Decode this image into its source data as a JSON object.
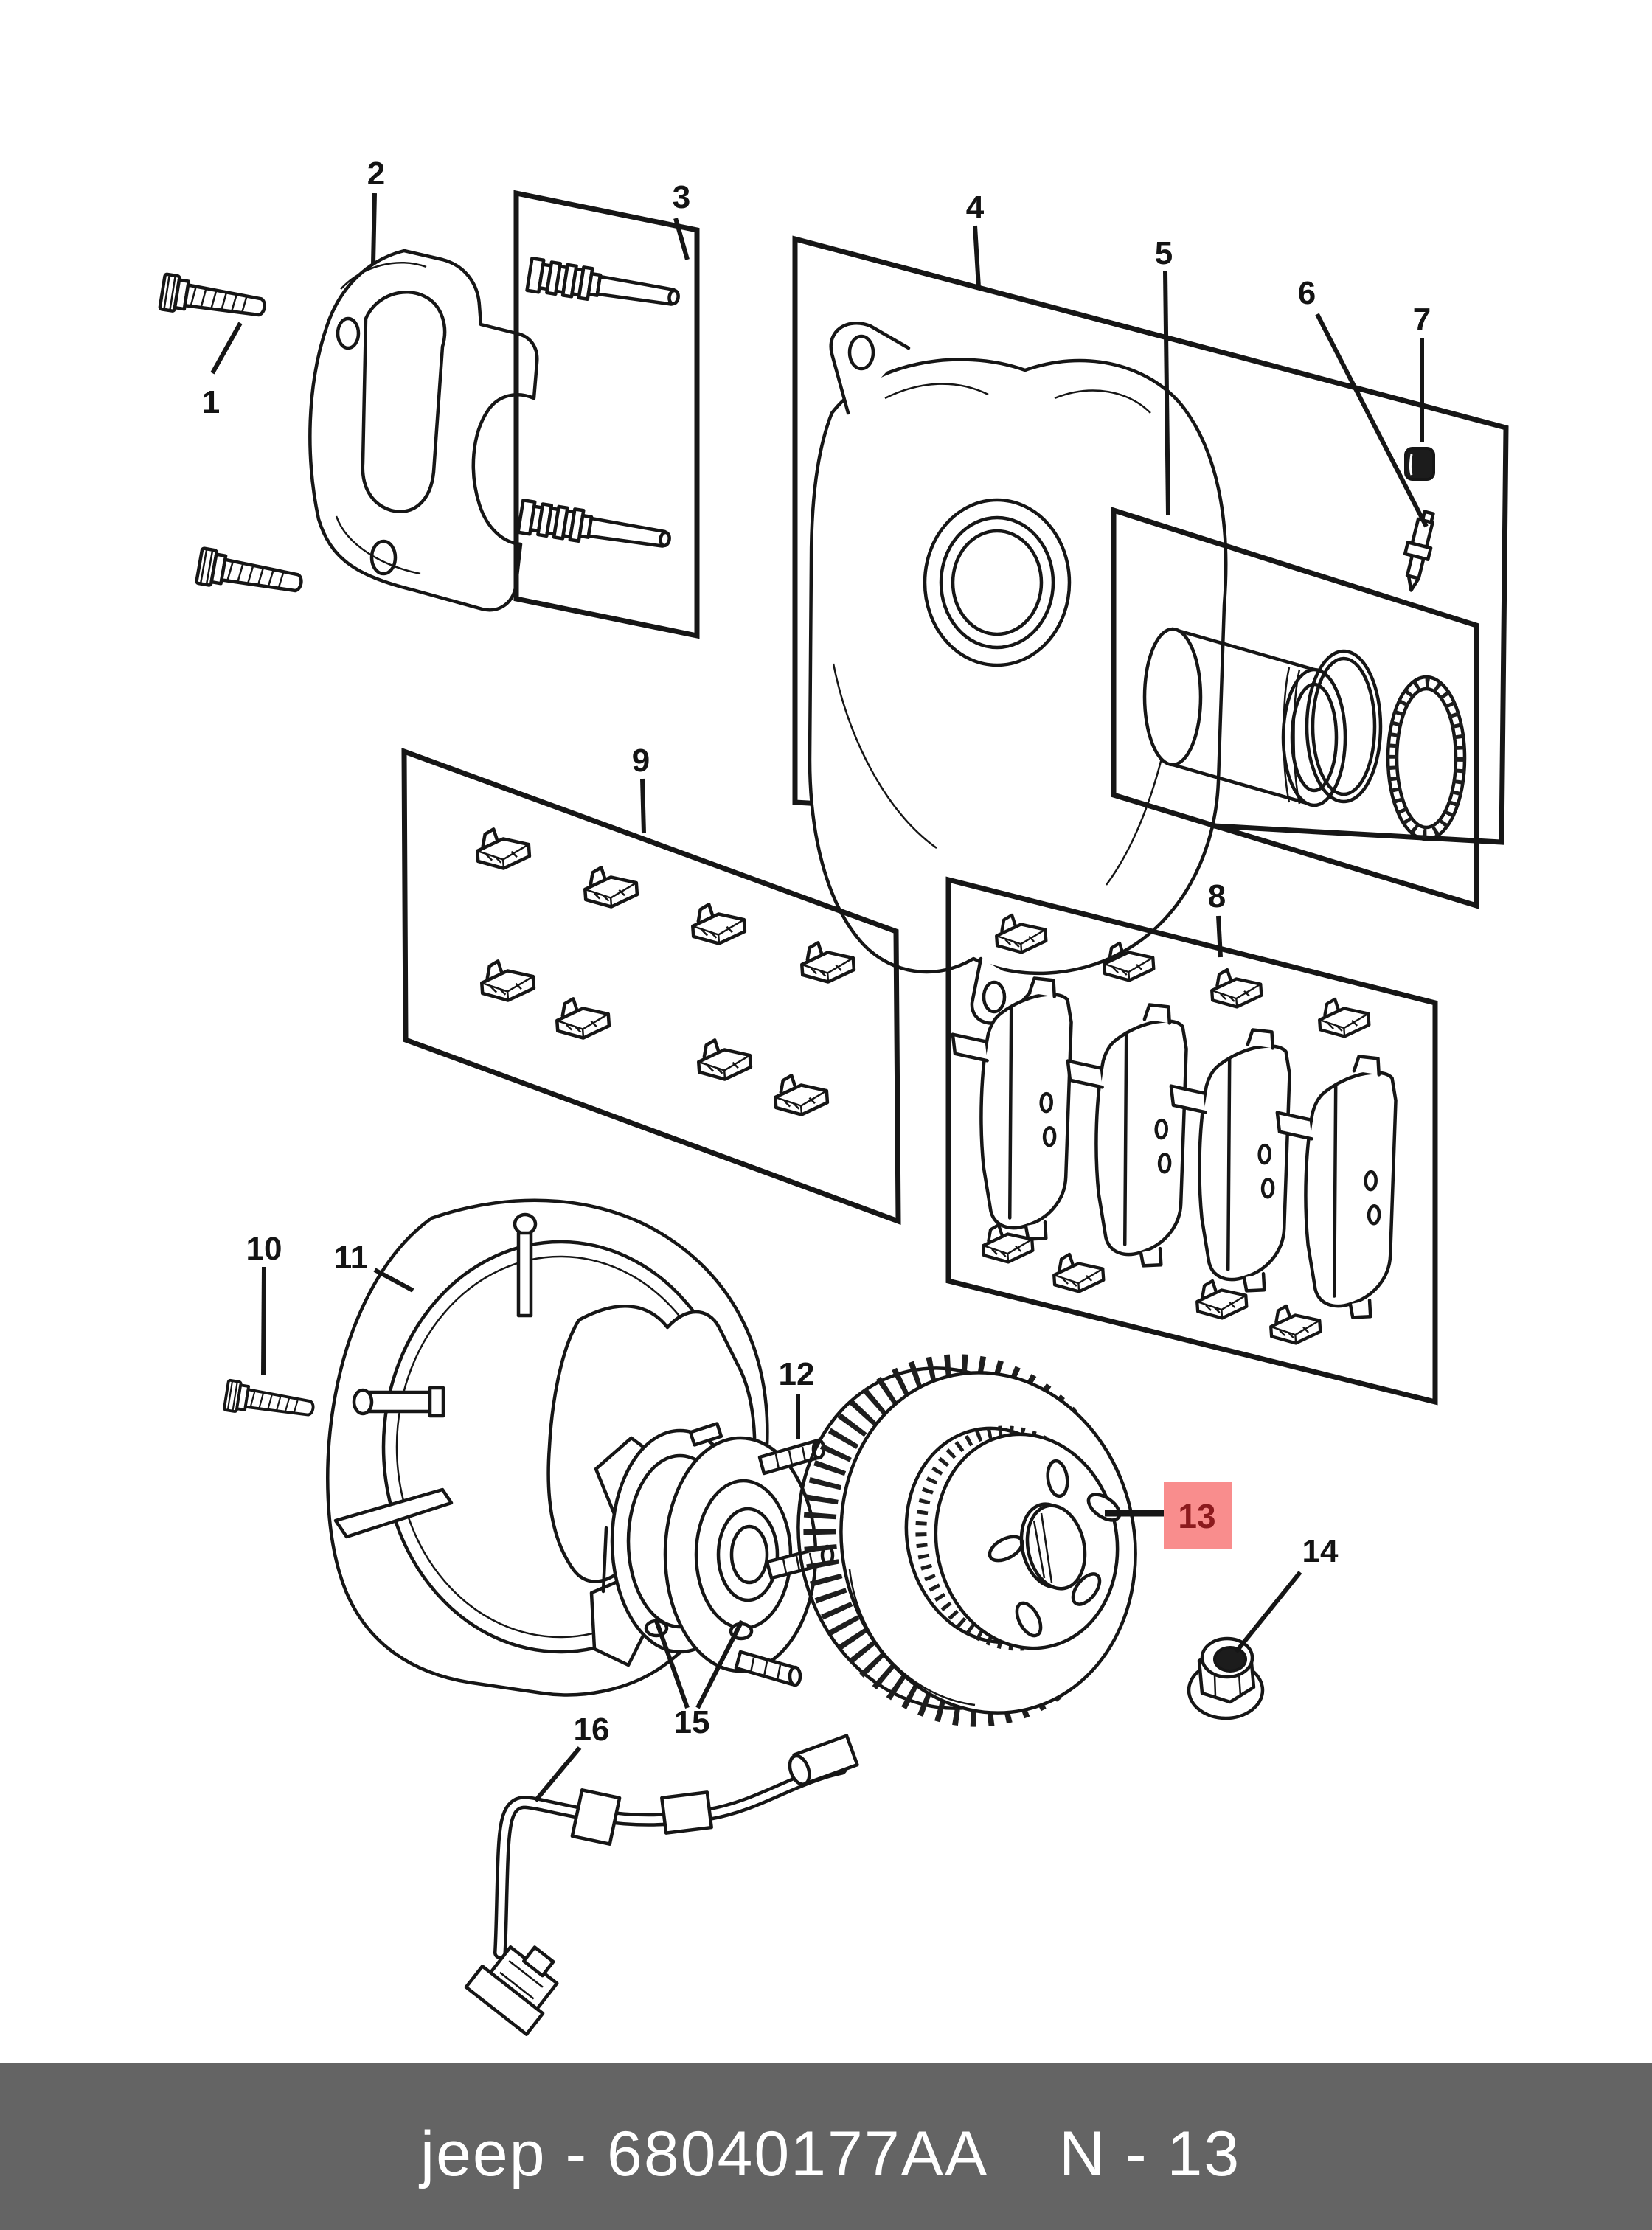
{
  "diagram": {
    "background_color": "#ffffff",
    "line_color": "#161616"
  },
  "callouts": [
    {
      "label": "1"
    },
    {
      "label": "2"
    },
    {
      "label": "3"
    },
    {
      "label": "4"
    },
    {
      "label": "5"
    },
    {
      "label": "6"
    },
    {
      "label": "7"
    },
    {
      "label": "8"
    },
    {
      "label": "9"
    },
    {
      "label": "10"
    },
    {
      "label": "11"
    },
    {
      "label": "12"
    },
    {
      "label": "13"
    },
    {
      "label": "14"
    },
    {
      "label": "15"
    },
    {
      "label": "16"
    }
  ],
  "highlight": {
    "highlighted_item": "13",
    "fill": "#F98D8D",
    "text_color": "#8C1A1E"
  },
  "footer": {
    "brand": "jeep",
    "separator": " - ",
    "part_number": "68040177AA",
    "page_code": "N - 13",
    "bar_color": "#646464",
    "text_color": "#ffffff"
  }
}
